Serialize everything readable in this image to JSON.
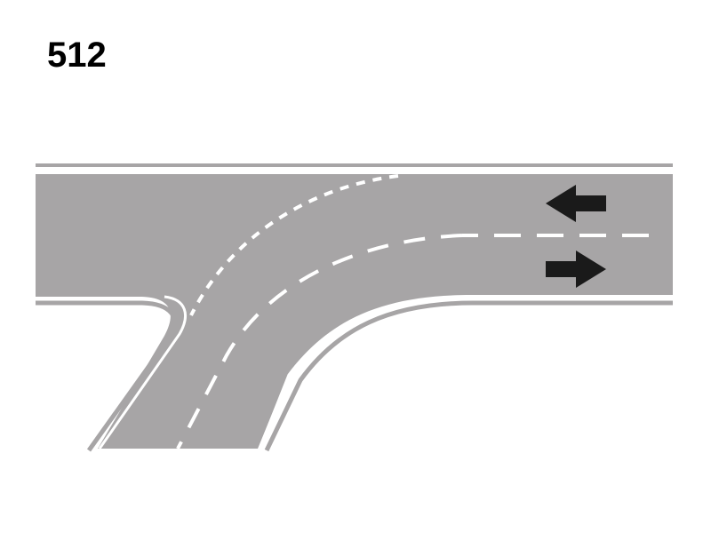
{
  "sign": {
    "number": "512"
  },
  "colors": {
    "background": "#ffffff",
    "road": "#a7a5a6",
    "marking": "#ffffff",
    "arrow": "#1a1a1a",
    "text": "#000000"
  },
  "road": {
    "layout": "road-curving-left-with-side-junction",
    "lane_arrows": [
      {
        "name": "arrow-left-icon",
        "direction": "left"
      },
      {
        "name": "arrow-right-icon",
        "direction": "right"
      }
    ]
  }
}
